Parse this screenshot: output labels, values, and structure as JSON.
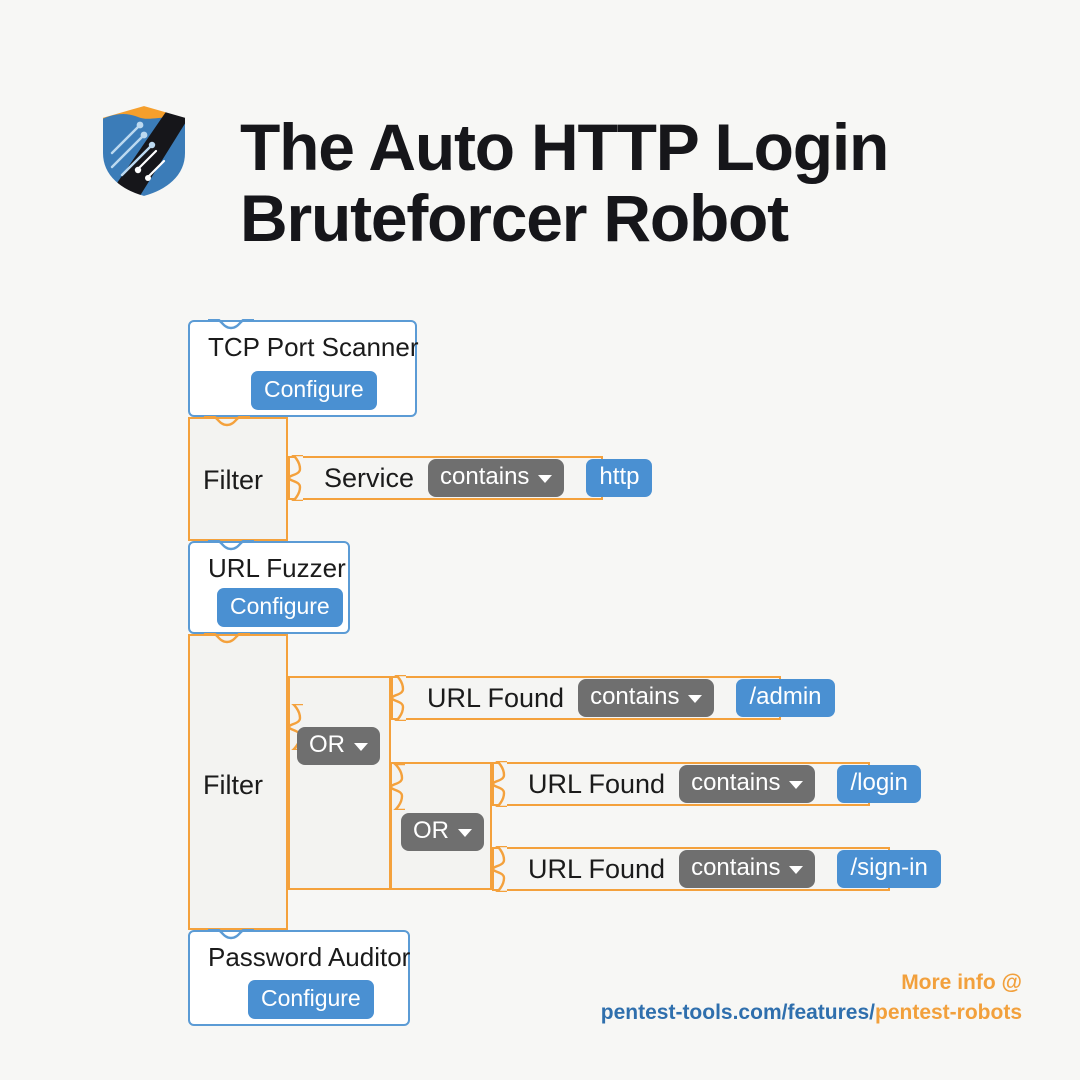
{
  "header": {
    "logo_icon": "shield-logo-icon",
    "title_line1": "The Auto HTTP Login",
    "title_line2": "Bruteforcer Robot"
  },
  "colors": {
    "background": "#f7f7f5",
    "tool_border": "#5b9bd5",
    "filter_border": "#f4a13c",
    "accent_blue": "#4a90d2",
    "dropdown_gray": "#6f6f6f",
    "text": "#1b1b1b",
    "link_blue": "#2f6fad",
    "link_orange": "#f2a03c"
  },
  "workflow": {
    "steps": [
      {
        "type": "tool",
        "name": "TCP Port Scanner",
        "configure_label": "Configure"
      },
      {
        "type": "filter",
        "label": "Filter",
        "conditions": [
          {
            "field": "Service",
            "operator": "contains",
            "value": "http"
          }
        ]
      },
      {
        "type": "tool",
        "name": "URL Fuzzer",
        "configure_label": "Configure"
      },
      {
        "type": "filter",
        "label": "Filter",
        "outer_operator": "OR",
        "inner_operator": "OR",
        "conditions": [
          {
            "field": "URL Found",
            "operator": "contains",
            "value": "/admin"
          },
          {
            "field": "URL Found",
            "operator": "contains",
            "value": "/login"
          },
          {
            "field": "URL Found",
            "operator": "contains",
            "value": "/sign-in"
          }
        ]
      },
      {
        "type": "tool",
        "name": "Password Auditor",
        "configure_label": "Configure"
      }
    ]
  },
  "footer": {
    "more_info": "More info @",
    "url_prefix": "pentest-tools.com/features/",
    "url_suffix": "pentest-robots"
  }
}
